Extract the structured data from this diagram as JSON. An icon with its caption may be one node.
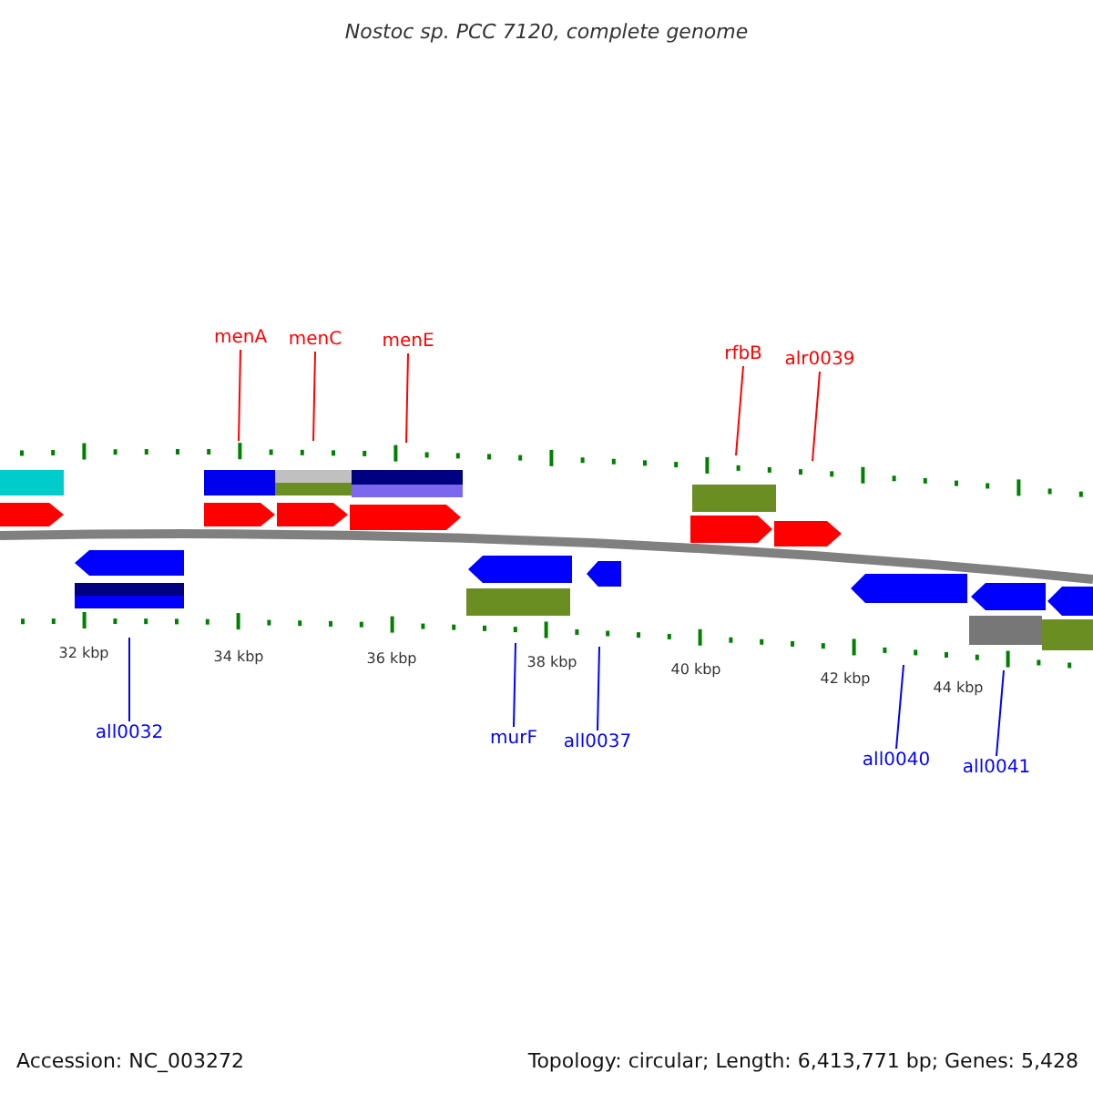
{
  "diagram": {
    "title": "Nostoc sp. PCC 7120, complete genome",
    "nodes": [
      {
        "text": [
          "menA"
        ]
      },
      {
        "text": [
          "menC"
        ]
      },
      {
        "text": [
          "menE"
        ]
      },
      {
        "text": [
          "rfbB"
        ]
      },
      {
        "text": [
          "alr0039"
        ]
      },
      {
        "text": [
          "all0032"
        ]
      },
      {
        "text": [
          "murF"
        ]
      },
      {
        "text": [
          "all0037"
        ]
      },
      {
        "text": [
          "all0040"
        ]
      },
      {
        "text": [
          "all0041"
        ]
      }
    ],
    "edges": [
      {
        "from": 0,
        "to": null,
        "arrow": "none",
        "color": "#ff0000"
      },
      {
        "from": 1,
        "to": null,
        "arrow": "none",
        "color": "#ff0000"
      },
      {
        "from": 2,
        "to": null,
        "arrow": "none",
        "color": "#ff0000"
      },
      {
        "from": 3,
        "to": null,
        "arrow": "none",
        "color": "#ff0000"
      },
      {
        "from": 4,
        "to": null,
        "arrow": "none",
        "color": "#ff0000"
      },
      {
        "from": 5,
        "to": null,
        "arrow": "none",
        "color": "#0000ff"
      },
      {
        "from": 6,
        "to": null,
        "arrow": "none",
        "color": "#0000ff"
      },
      {
        "from": 7,
        "to": null,
        "arrow": "none",
        "color": "#0000ff"
      },
      {
        "from": 8,
        "to": null,
        "arrow": "none",
        "color": "#0000ff"
      },
      {
        "from": 9,
        "to": null,
        "arrow": "none",
        "color": "#0000ff"
      }
    ],
    "labels": [
      "32 kbp",
      "34 kbp",
      "36 kbp",
      "38 kbp",
      "40 kbp",
      "42 kbp",
      "44 kbp",
      "Accession: NC_003272",
      "Topology: circular; Length: 6,413,771 bp; Genes: 5,428"
    ]
  }
}
